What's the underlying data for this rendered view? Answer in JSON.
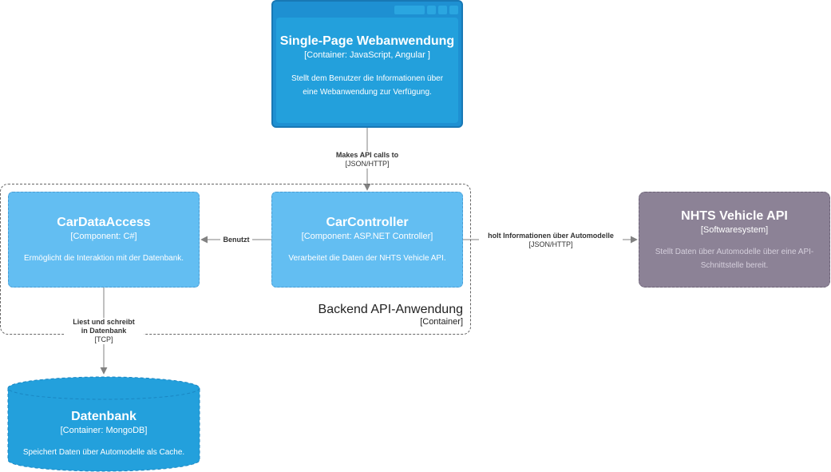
{
  "colors": {
    "container": "#23A0DC",
    "component": "#63BEF2",
    "external_system": "#8C8296",
    "line": "#828282",
    "boundary_border": "#666666"
  },
  "spa": {
    "title": "Single-Page Webanwendung",
    "type": "[Container: JavaScript, Angular ]",
    "description": "Stellt dem Benutzer die Informationen über eine Webanwendung zur Verfügung."
  },
  "car_controller": {
    "title": "CarController",
    "type": "[Component: ASP.NET Controller]",
    "description": "Verarbeitet die Daten der NHTS Vehicle API."
  },
  "car_data_access": {
    "title": "CarDataAccess",
    "type": "[Component: C#]",
    "description": "Ermöglicht die Interaktion mit der Datenbank."
  },
  "nhts_api": {
    "title": "NHTS Vehicle API",
    "type": "[Softwaresystem]",
    "description": "Stellt Daten über Automodelle über eine API-Schnittstelle bereit."
  },
  "database": {
    "title": "Datenbank",
    "type": "[Container: MongoDB]",
    "description": "Speichert Daten über Automodelle als Cache."
  },
  "boundary": {
    "title": "Backend API-Anwendung",
    "type": "[Container]"
  },
  "relations": {
    "spa_to_controller": {
      "label": "Makes API calls to",
      "tech": "[JSON/HTTP]"
    },
    "controller_to_dataaccess": {
      "label": "Benutzt"
    },
    "controller_to_nhts": {
      "label": "holt Informationen über Automodelle",
      "tech": "[JSON/HTTP]"
    },
    "dataaccess_to_db": {
      "label_line1": "Liest und schreibt",
      "label_line2": "in Datenbank",
      "tech": "[TCP]"
    }
  }
}
